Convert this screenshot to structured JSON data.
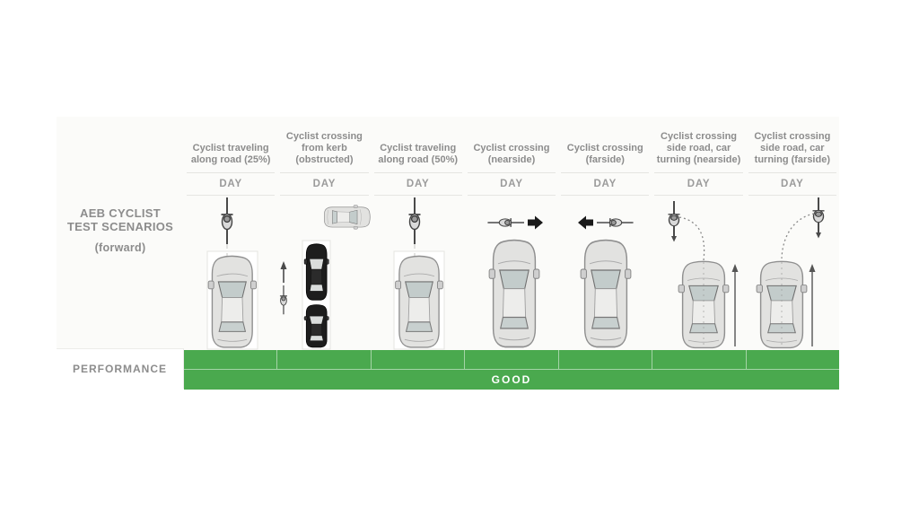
{
  "left": {
    "title_line1": "AEB CYCLIST",
    "title_line2": "TEST SCENARIOS",
    "subtitle": "(forward)",
    "performance_label": "PERFORMANCE"
  },
  "columns": [
    {
      "label": "Cyclist traveling along road (25%)",
      "condition": "DAY",
      "scenario": "cyclist-traveling-along-road-25"
    },
    {
      "label": "Cyclist crossing from kerb (obstructed)",
      "condition": "DAY",
      "scenario": "cyclist-crossing-from-kerb-obstructed"
    },
    {
      "label": "Cyclist traveling along road (50%)",
      "condition": "DAY",
      "scenario": "cyclist-traveling-along-road-50"
    },
    {
      "label": "Cyclist crossing (nearside)",
      "condition": "DAY",
      "scenario": "cyclist-crossing-nearside"
    },
    {
      "label": "Cyclist crossing (farside)",
      "condition": "DAY",
      "scenario": "cyclist-crossing-farside"
    },
    {
      "label": "Cyclist crossing side road, car turning (nearside)",
      "condition": "DAY",
      "scenario": "cyclist-crossing-side-road-car-turning-nearside"
    },
    {
      "label": "Cyclist crossing side road, car turning (farside)",
      "condition": "DAY",
      "scenario": "cyclist-crossing-side-road-car-turning-farside"
    }
  ],
  "performance": {
    "rating": "GOOD",
    "color": "#4aa94e"
  }
}
